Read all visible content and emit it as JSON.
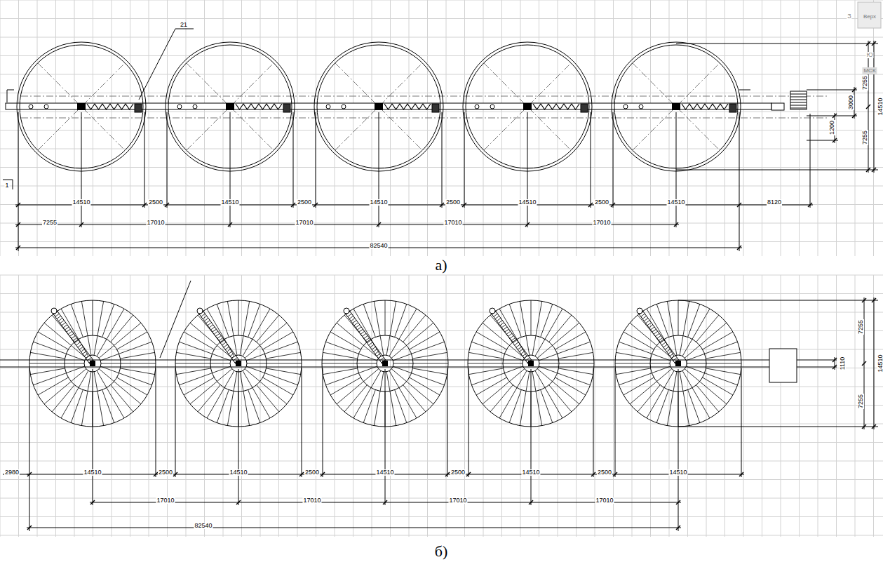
{
  "diagram": {
    "labels": [
      "21",
      "З",
      "Верх",
      "Ю",
      "МСК",
      "7255",
      "3000",
      "1200",
      "7255",
      "14510",
      "1",
      "14510",
      "2500",
      "14510",
      "2500",
      "14510",
      "2500",
      "14510",
      "2500",
      "14510",
      "8120",
      "7255",
      "17010",
      "17010",
      "17010",
      "17010",
      "82540",
      "а)",
      "7255",
      "14510",
      "7255",
      "1110",
      "2980",
      "14510",
      "2500",
      "14510",
      "2500",
      "14510",
      "2500",
      "14510",
      "2500",
      "14510",
      "17010",
      "17010",
      "17010",
      "17010",
      "82540",
      "б)"
    ]
  }
}
